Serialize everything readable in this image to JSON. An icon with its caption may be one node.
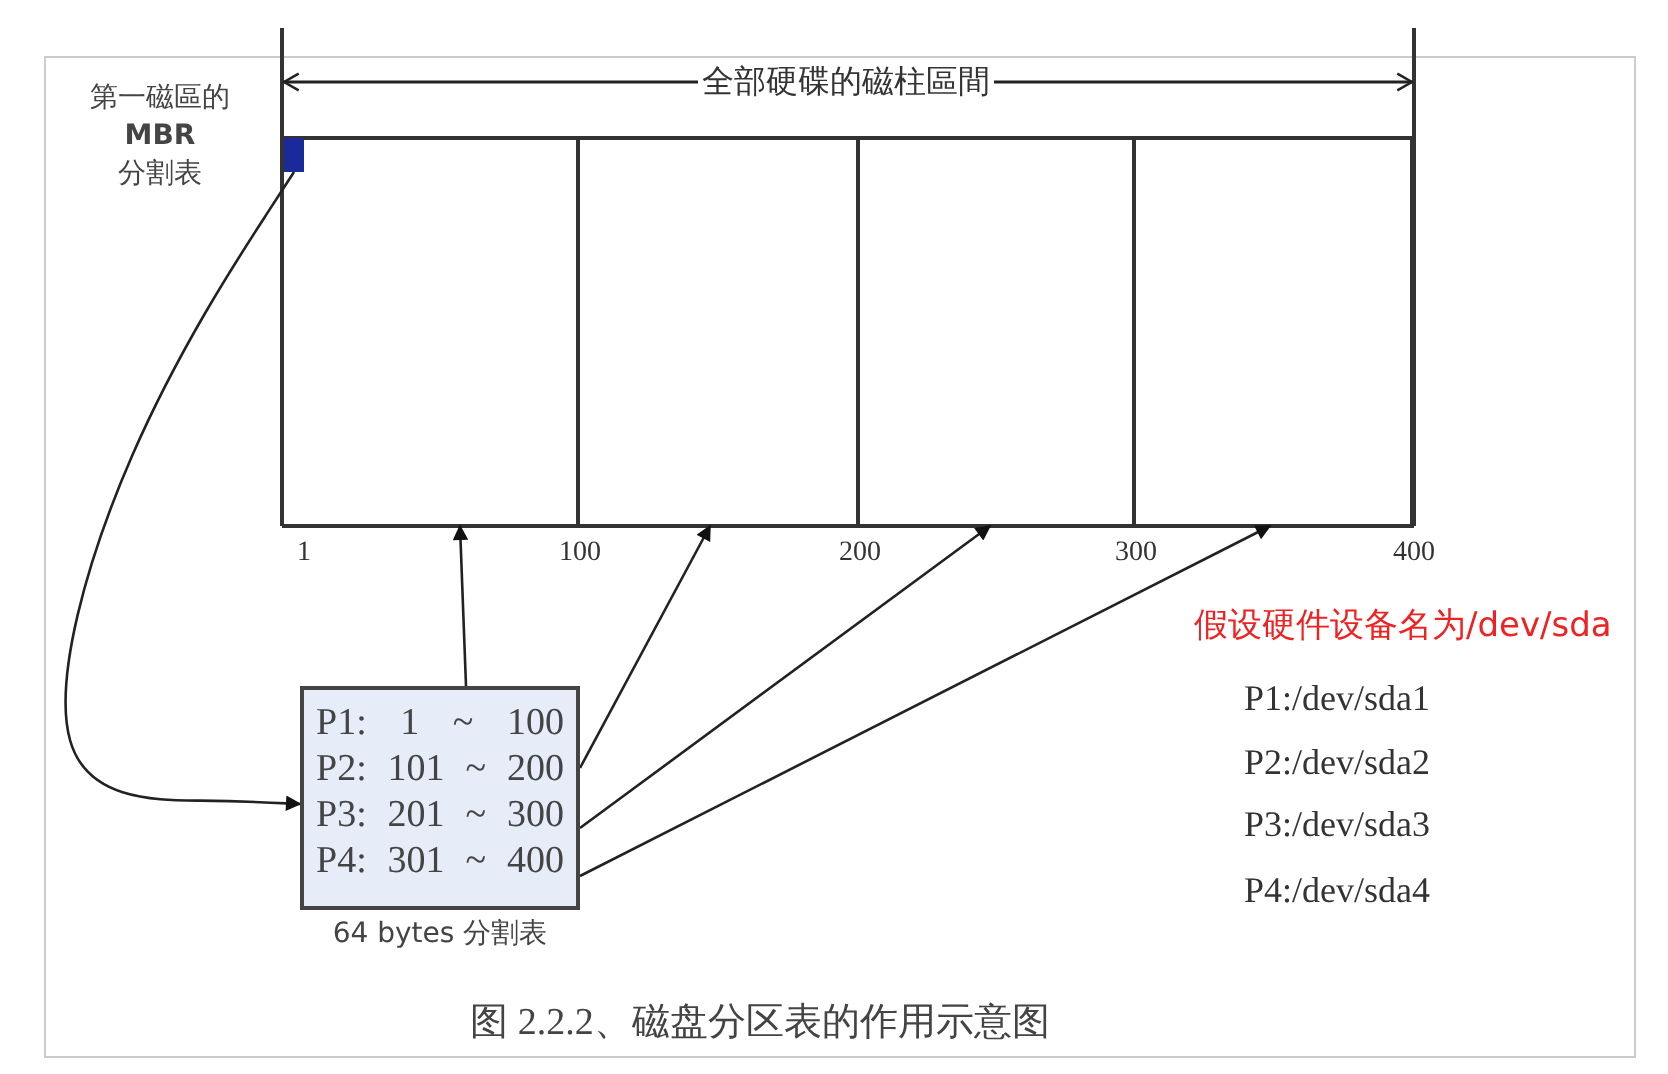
{
  "diagram": {
    "caption": "图 2.2.2、磁盘分区表的作用示意图",
    "nodes": [
      {
        "text": [],
        "shape": "box",
        "beside": [
          "第一磁區的 **MBR** 分割表"
        ]
      },
      {
        "text": [
          "P1: 1 ~ 100",
          "P2: 101 ~ 200",
          "P3: 201 ~ 300",
          "P4: 301 ~ 400"
        ],
        "beside": [
          "64 bytes 分割表"
        ]
      },
      {
        "text": [],
        "shape": "box"
      },
      {
        "text": [],
        "shape": "box"
      },
      {
        "text": [],
        "shape": "box"
      },
      {
        "text": [],
        "shape": "box"
      }
    ],
    "edges": [
      {
        "from": 0,
        "to": 1,
        "arrow": "to"
      },
      {
        "from": 1,
        "to": 2,
        "arrow": "to"
      },
      {
        "from": 1,
        "to": 3,
        "arrow": "to"
      },
      {
        "from": 1,
        "to": 4,
        "arrow": "to"
      },
      {
        "from": 1,
        "to": 5,
        "arrow": "to"
      }
    ],
    "labels": [
      "全部硬碟的磁柱區間",
      "1",
      "100",
      "200",
      "300",
      "400",
      "假设硬件设备名为/dev/sda",
      "P1:/dev/sda1",
      "P2:/dev/sda2",
      "P3:/dev/sda3",
      "P4:/dev/sda4"
    ]
  }
}
